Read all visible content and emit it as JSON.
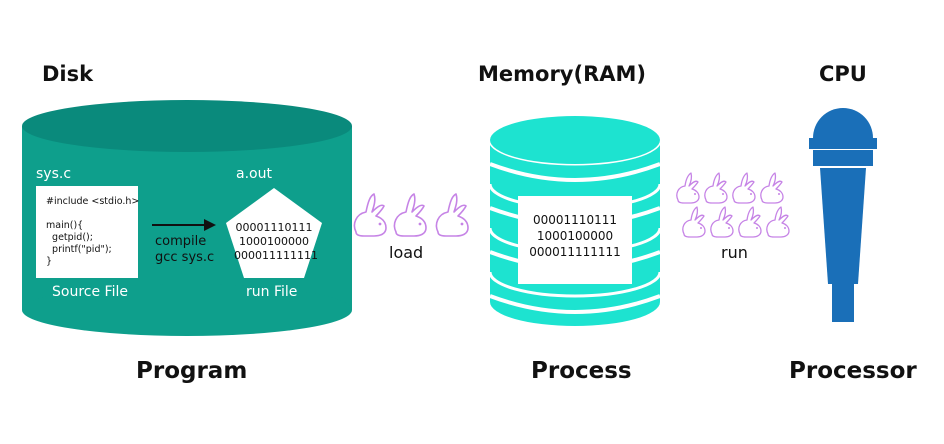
{
  "headings": {
    "disk": "Disk",
    "memory": "Memory(RAM)",
    "cpu": "CPU"
  },
  "bottom_labels": {
    "program": "Program",
    "process": "Process",
    "processor": "Processor"
  },
  "disk": {
    "source_filename": "sys.c",
    "source_code": "#include <stdio.h>\n\nmain(){\n  getpid();\n  printf(\"pid\");\n}",
    "source_caption": "Source File",
    "compile_line1": "compile",
    "compile_line2": "gcc sys.c",
    "output_filename": "a.out",
    "binary_lines": [
      "00001110111",
      "1000100000",
      "000011111111"
    ],
    "run_file_caption": "run File"
  },
  "memory": {
    "binary_lines": [
      "00001110111",
      "1000100000",
      "000011111111"
    ]
  },
  "arrows": {
    "load_label": "load",
    "run_label": "run"
  },
  "colors": {
    "disk_body": "#0e9f8c",
    "disk_top": "#08877a",
    "memory": "#1de3d0",
    "cpu": "#1a6fb8",
    "rabbit": "#c684e6"
  },
  "icons": {
    "rabbit": "rabbit-icon",
    "microphone": "microphone-icon"
  }
}
